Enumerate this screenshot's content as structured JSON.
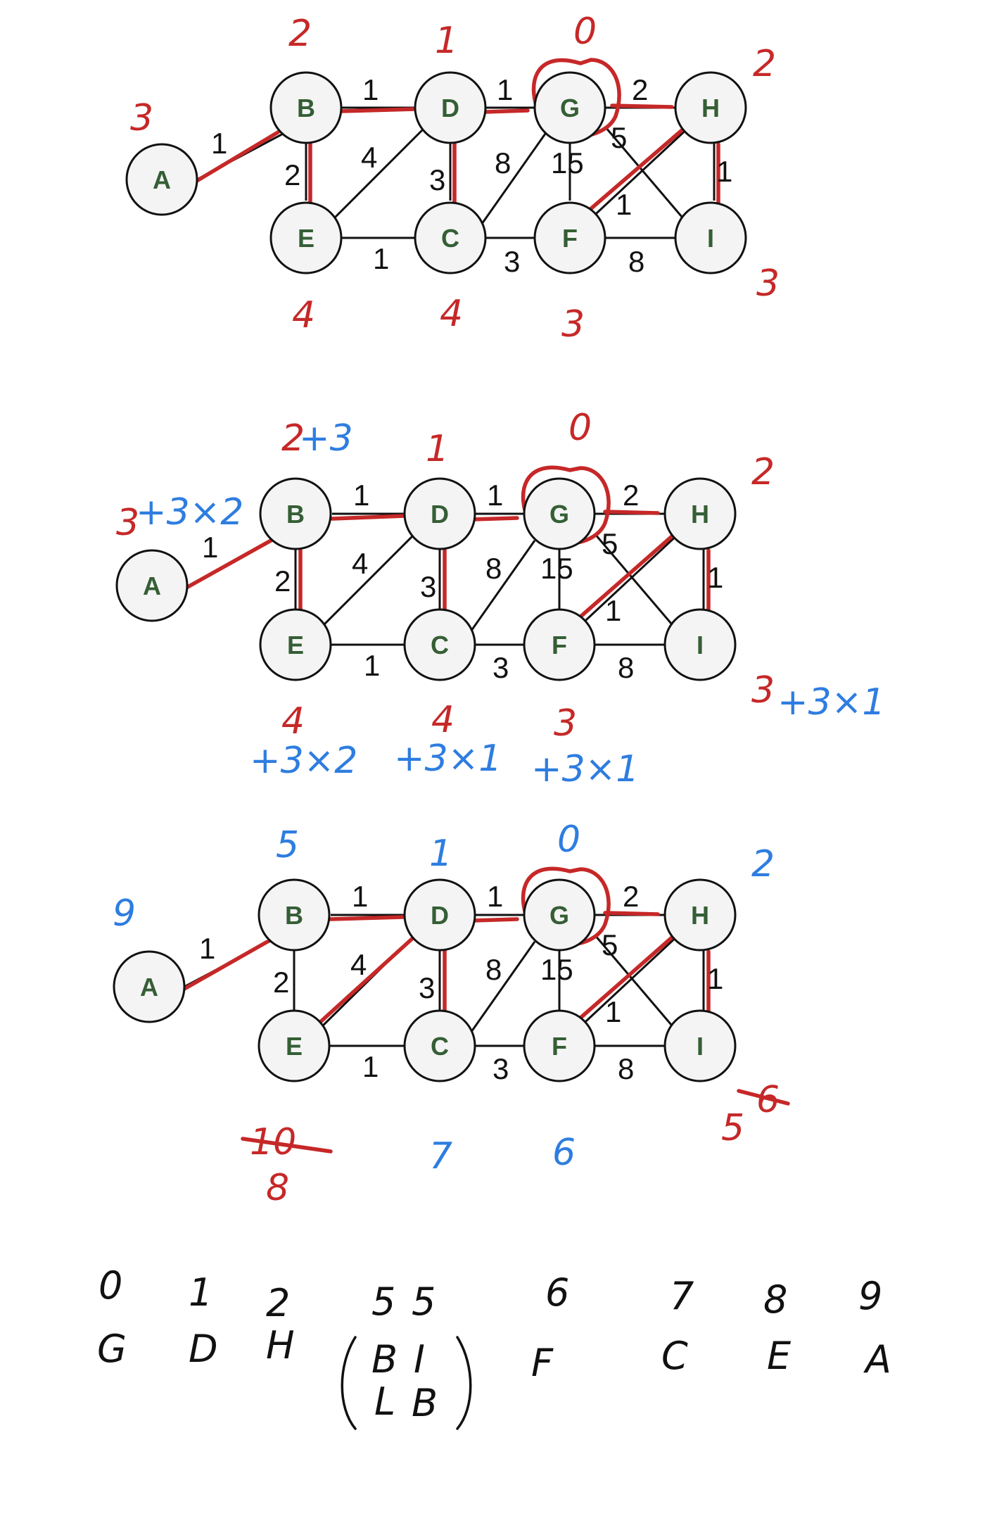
{
  "nodes": [
    "A",
    "B",
    "D",
    "G",
    "H",
    "E",
    "C",
    "F",
    "I"
  ],
  "diagram1": {
    "weights": {
      "AB": "1",
      "BD": "1",
      "DG": "1",
      "GH": "2",
      "BE": "2",
      "ED": "4",
      "DC": "3",
      "CG": "8",
      "GF": "15",
      "GI": "5",
      "HF": "1",
      "HI": "1",
      "EC": "1",
      "CF": "3",
      "FI": "8"
    },
    "labels": {
      "A": "3",
      "B": "2",
      "D": "1",
      "G": "0",
      "H": "2",
      "E": "4",
      "C": "4",
      "F": "3",
      "I": "3"
    }
  },
  "diagram2": {
    "labels": {
      "A": "3",
      "B": "2",
      "D": "1",
      "G": "0",
      "H": "2",
      "E": "4",
      "C": "4",
      "F": "3",
      "I": "3"
    },
    "extras": {
      "A": "+3×2",
      "B": "+3",
      "E": "+3×2",
      "C": "+3×1",
      "F": "+3×1",
      "I": "+3×1"
    }
  },
  "diagram3": {
    "labels": {
      "A": "9",
      "B": "5",
      "D": "1",
      "G": "0",
      "H": "2",
      "C": "7",
      "F": "6"
    },
    "struck": {
      "E": "10",
      "I": "6"
    },
    "corrected": {
      "E": "8",
      "I": "5"
    }
  },
  "table": {
    "values": [
      "0",
      "1",
      "2",
      "5",
      "5",
      "6",
      "7",
      "8",
      "9"
    ],
    "names": [
      "G",
      "D",
      "H",
      "B",
      "I",
      "F",
      "C",
      "E",
      "A"
    ],
    "names_row2": [
      "L",
      "B"
    ]
  }
}
